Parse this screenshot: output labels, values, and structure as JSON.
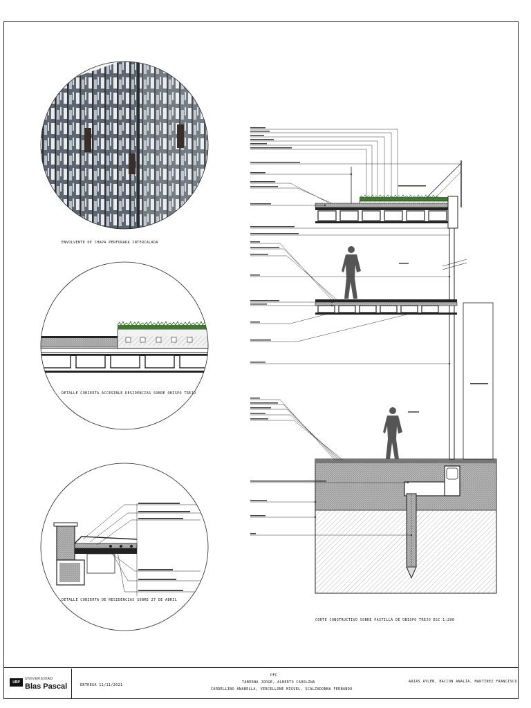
{
  "captions": {
    "detail1": "ENVOLVENTE DE CHAPA PERFORADA INTERCALADA",
    "detail2": "DETALLE CUBIERTA ACCESIBLE RESIDENCIAS SOBRE OBISPO TREJO",
    "detail3": "DETALLE CUBIERTA DE RESIDENCIAS SOBRE 27 DE ABRIL",
    "section": "CORTE CONSTRUCTIVO SOBRE PASTILLA DE OBISPO TREJO ESC 1:200"
  },
  "footer": {
    "logo_box": "UBP",
    "logo_line1": "UNIVERSIDAD",
    "logo_line2": "Blas Pascal",
    "date": "ENTREGA 11/11/2021",
    "course": "PFC",
    "teachers": "TABERNA JORGE, ALBERTO CAROLINA",
    "assistants": "CARDELLINO ANABELLA, VERCELLONE MIGUEL, SCALZADONNA FERNANDO",
    "students": "ARIAS AYLÉN, BACCON ANALÍA, MARTÍNEZ FRANCISCO"
  },
  "colors": {
    "line": "#222222",
    "hatch": "#7a7a7a",
    "green": "#3f7a2c",
    "figure": "#555555"
  }
}
